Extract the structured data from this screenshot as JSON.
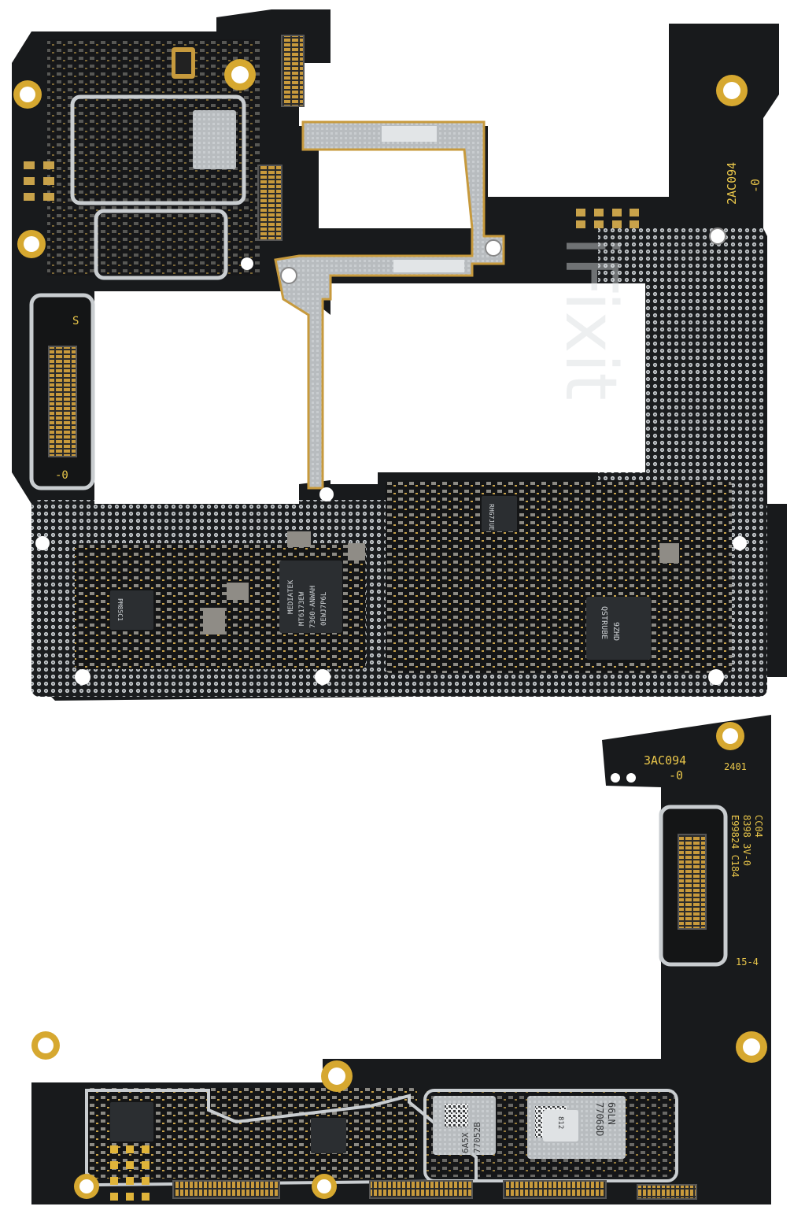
{
  "watermark": {
    "text": "iFixit"
  },
  "upper_board": {
    "labels": {
      "revision": "2AC094",
      "revision_suffix": "-0",
      "connector_flag": "S",
      "connector_suffix": "-0"
    },
    "chips": {
      "mediatek_line1": "MEDIATEK",
      "mediatek_line2": "MT6173EW",
      "mediatek_line3": "7360-ANWAH",
      "mediatek_line4": "0EWJ7P6L",
      "pmic_line1": "QSTRUBE",
      "pmic_line2": "9ZHD",
      "left_chip": "PM85C1",
      "right_chip": "RHG7JUE"
    }
  },
  "lower_board": {
    "labels": {
      "revision": "3AC094",
      "revision_suffix": "-0",
      "date_code": "2401",
      "vertical_1": "E99824 C184",
      "vertical_2": "8398 3V-0",
      "vertical_3": "CC04",
      "side_code": "15-4"
    },
    "chips": {
      "rf_chip_line1": "77068D",
      "rf_chip_line2": "66LN",
      "pa_chip_line1": "77052B",
      "pa_chip_line2": "6A5X",
      "small_chip": "812"
    }
  }
}
